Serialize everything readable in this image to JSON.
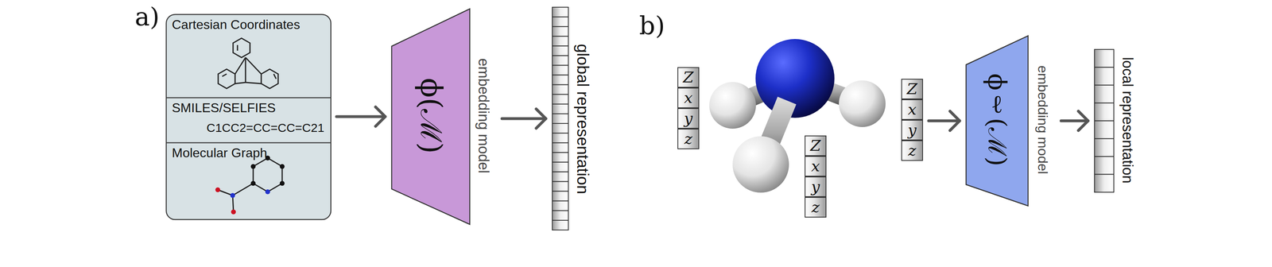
{
  "diagram": {
    "nodes": [
      {
        "text": [
          "Cartesian Coordinates"
        ]
      },
      {
        "text": [
          "SMILES/SELFIES",
          "C1CC2=CC=CC=C21"
        ]
      },
      {
        "text": [
          "Molecular Graph"
        ]
      },
      {
        "text": [
          "ϕ(ℳ)",
          "embedding model"
        ]
      },
      {
        "text": [
          "global representation"
        ]
      },
      {
        "text": [
          "Z",
          "x",
          "y",
          "z"
        ]
      },
      {
        "text": [
          "Z",
          "x",
          "y",
          "z"
        ]
      },
      {
        "text": [
          "Z",
          "x",
          "y",
          "z"
        ]
      },
      {
        "text": [
          "ϕℓ(ℳ)",
          "embedding model"
        ]
      },
      {
        "text": [
          "local representation"
        ]
      }
    ],
    "edges": [
      {
        "from": 1,
        "to": 3,
        "arrow": "to"
      },
      {
        "from": 3,
        "to": 4,
        "arrow": "to"
      },
      {
        "from": 7,
        "to": 8,
        "arrow": "to"
      },
      {
        "from": 8,
        "to": 9,
        "arrow": "to"
      }
    ],
    "labels": [
      "a)",
      "b)"
    ]
  }
}
